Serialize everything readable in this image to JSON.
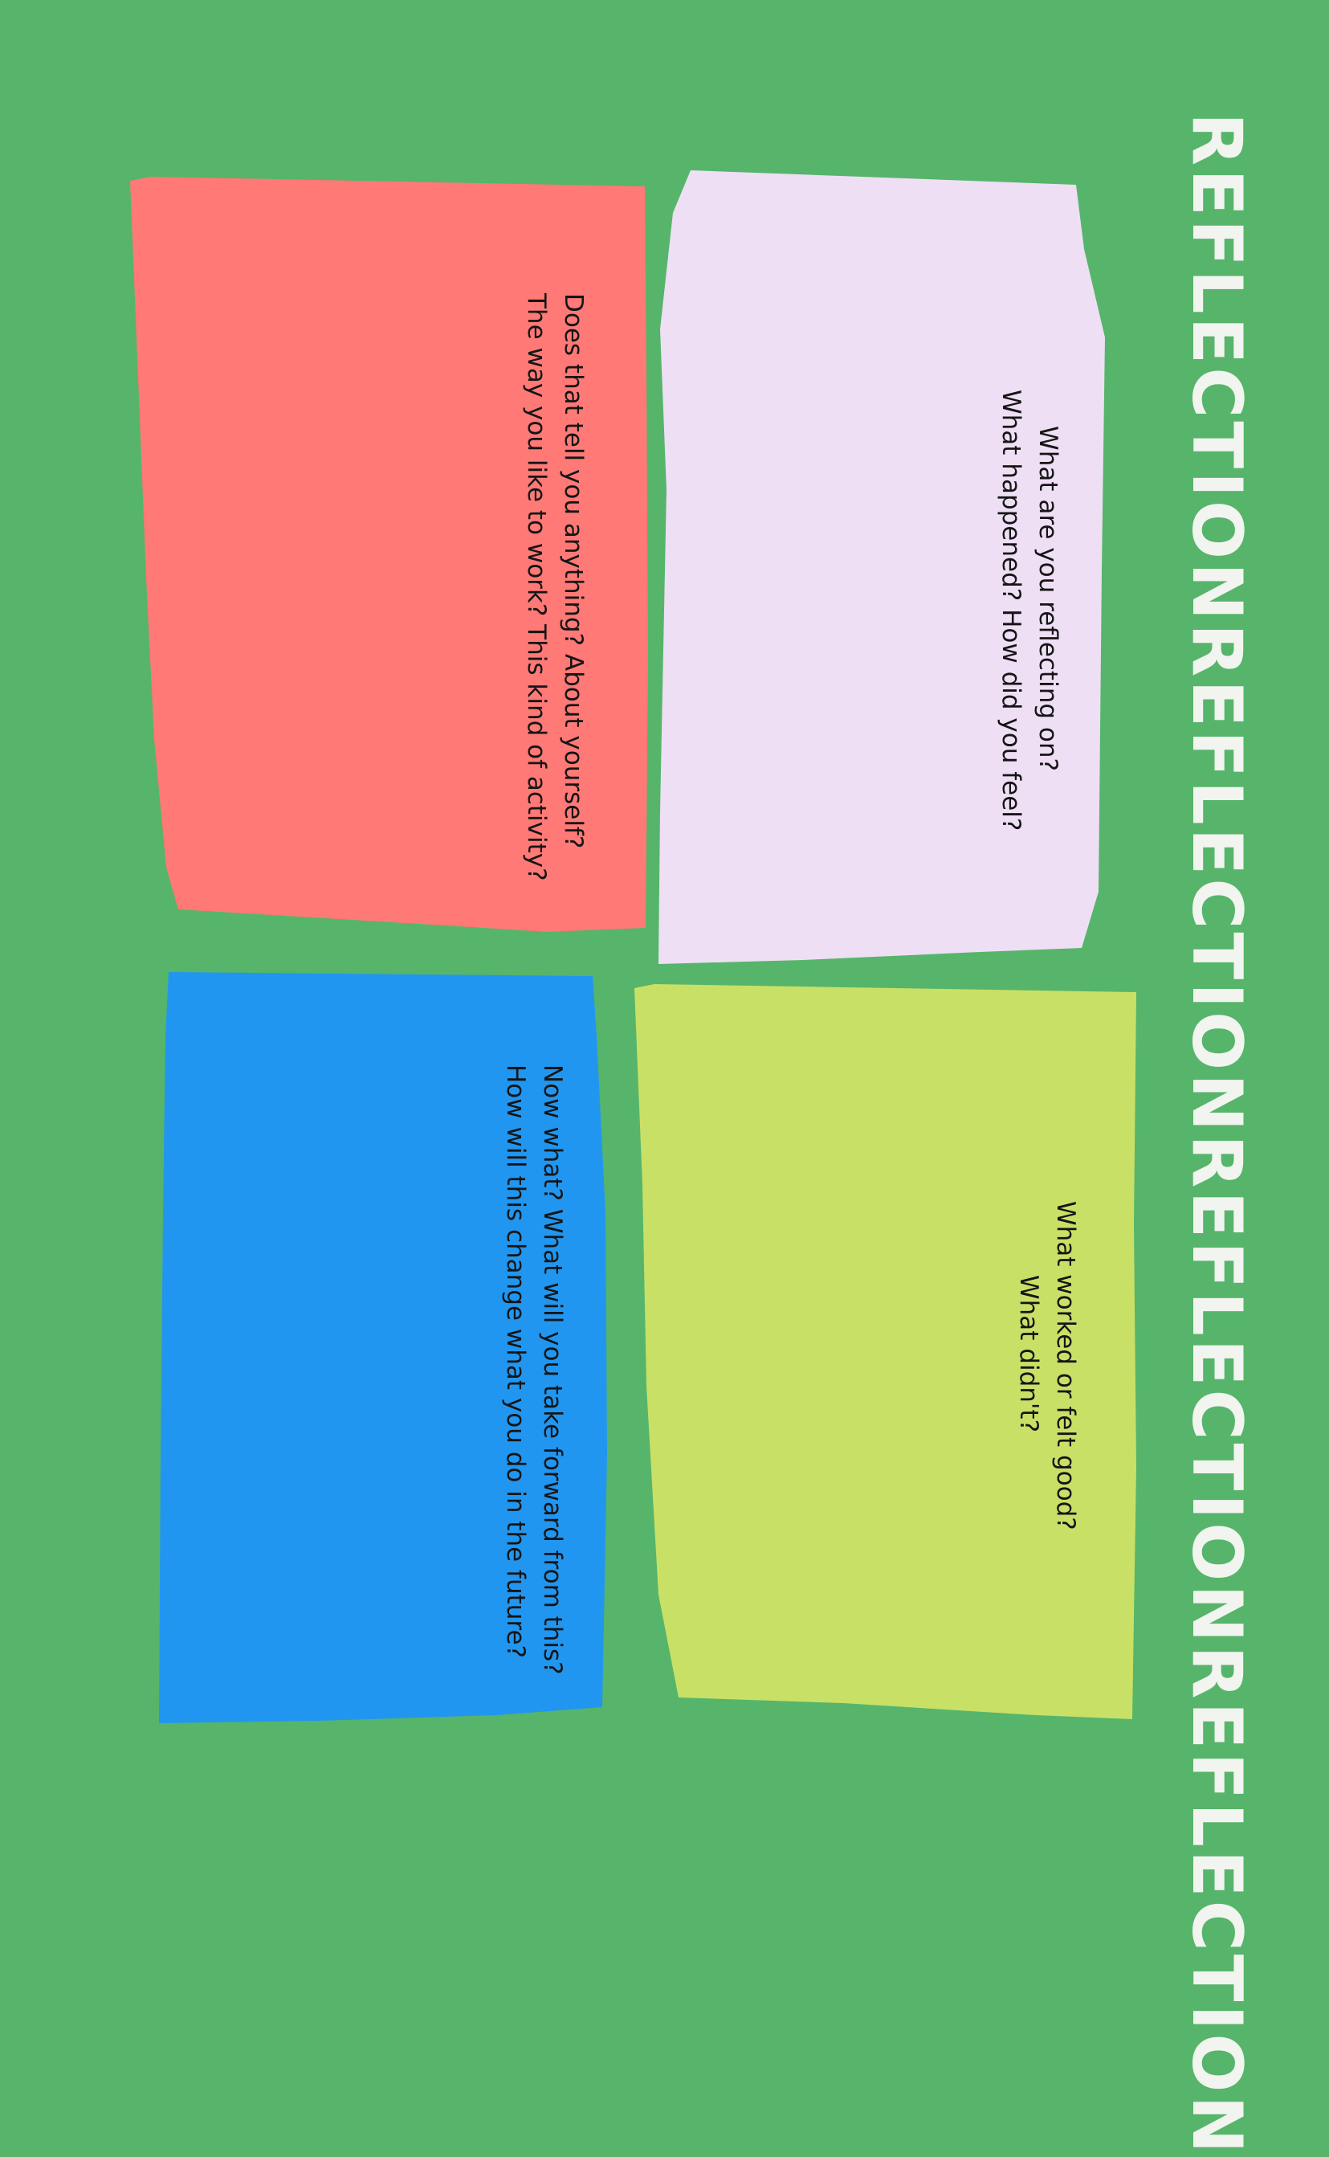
{
  "banner": {
    "words": [
      "REFLECTION",
      "REFLECTION",
      "REFLECTION",
      "REFLECTION"
    ],
    "color": "#f2f4f0"
  },
  "background_color": "#56b56a",
  "cards": {
    "lavender": {
      "color": "#eedff5",
      "lines": [
        "What are you reflecting on?",
        "What happened? How did you feel?"
      ]
    },
    "salmon": {
      "color": "#ff7976",
      "lines": [
        "Does that tell you anything?  About yourself?",
        "The way you like to work?  This kind of activity?"
      ]
    },
    "lime": {
      "color": "#c9e067",
      "lines": [
        "What worked or felt good?",
        "What didn't?"
      ]
    },
    "blue": {
      "color": "#2196f0",
      "lines": [
        "Now what?  What will you take forward from this?",
        "How will this change what you do in the future?"
      ]
    }
  }
}
